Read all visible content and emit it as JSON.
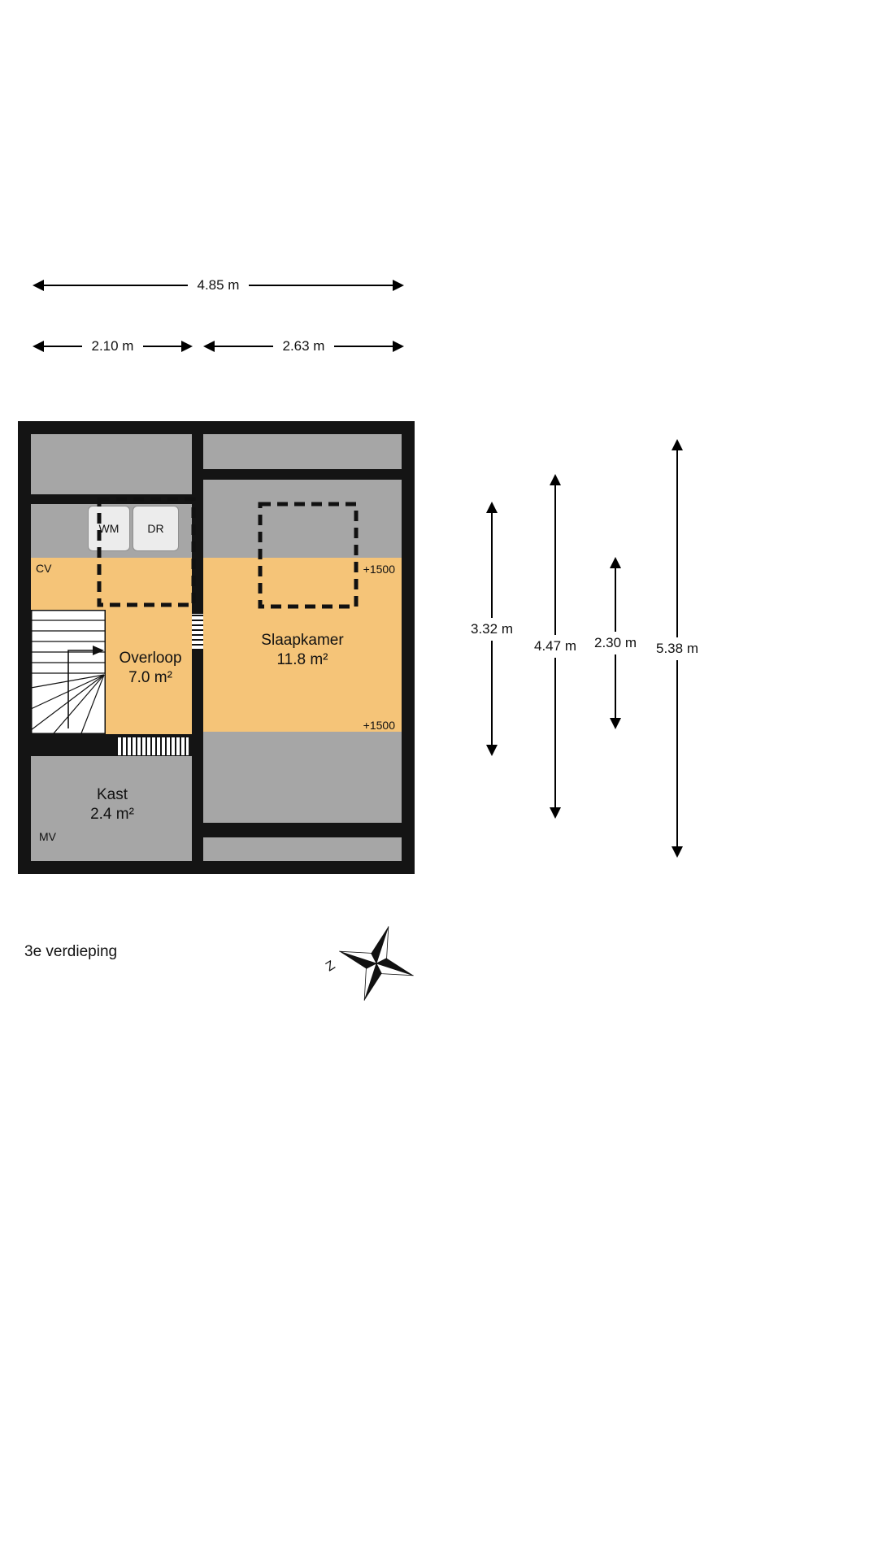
{
  "page": {
    "title": "3e verdieping"
  },
  "dimensions": {
    "top": [
      {
        "label": "4.85 m"
      },
      {
        "label": "2.10 m"
      },
      {
        "label": "2.63 m"
      }
    ],
    "right": [
      {
        "label": "3.32 m"
      },
      {
        "label": "4.47 m"
      },
      {
        "label": "2.30 m"
      },
      {
        "label": "5.38 m"
      }
    ]
  },
  "rooms": [
    {
      "id": "overloop",
      "name": "Overloop",
      "area": "7.0 m²"
    },
    {
      "id": "slaapkamer",
      "name": "Slaapkamer",
      "area": "11.8 m²"
    },
    {
      "id": "kast",
      "name": "Kast",
      "area": "2.4 m²"
    }
  ],
  "annotations": {
    "cv": "CV",
    "mv": "MV",
    "wm": "WM",
    "dr": "DR",
    "height_line_top": "+1500",
    "height_line_bottom": "+1500",
    "compass_south": "Z"
  },
  "colors": {
    "wall": "#141414",
    "floor": "#F5C478",
    "sloped_ceiling": "#A6A6A6",
    "appliance": "#ECECEC"
  }
}
